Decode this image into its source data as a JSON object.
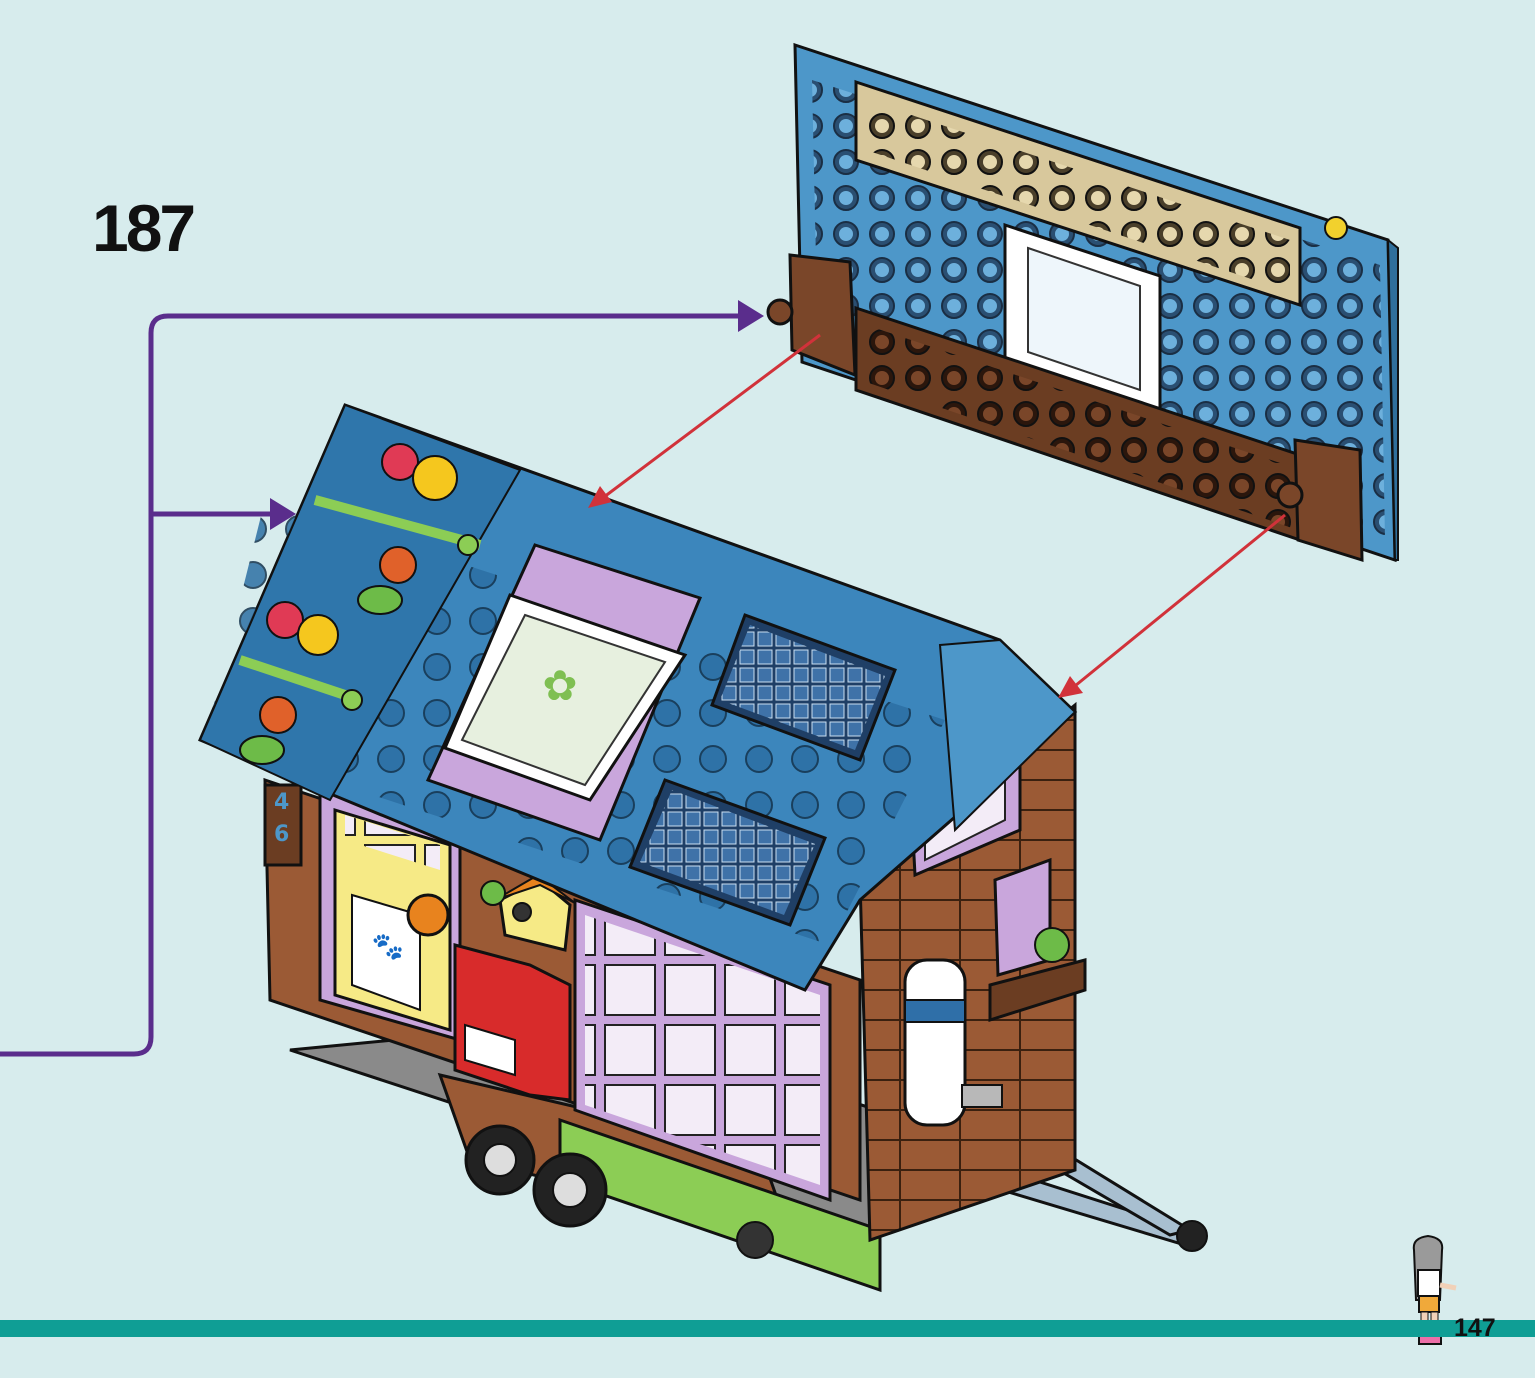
{
  "step": {
    "number": "187"
  },
  "page": {
    "number": "147"
  },
  "house": {
    "address_digits": [
      "4",
      "6"
    ]
  },
  "colors": {
    "background": "#d7eced",
    "callout_arrow": "#5a2d8c",
    "assembly_arrow": "#d1323a",
    "bottom_bar": "#0f9e95",
    "roof_blue": "#3c86bc",
    "wall_blue": "#4d97c9",
    "brown": "#6b3d22",
    "tan": "#d8c89c",
    "lavender": "#c9a6dc",
    "yellow": "#f6ea86",
    "red": "#d82b2b",
    "wood": "#9b5a35",
    "green": "#8ccd55"
  },
  "icons": {
    "figure": "minifigure-icon",
    "mailbox": "mailbox-icon",
    "solar_panel": "solar-panel-icon",
    "flower": "flower-icon",
    "paw": "paw-print-icon"
  }
}
